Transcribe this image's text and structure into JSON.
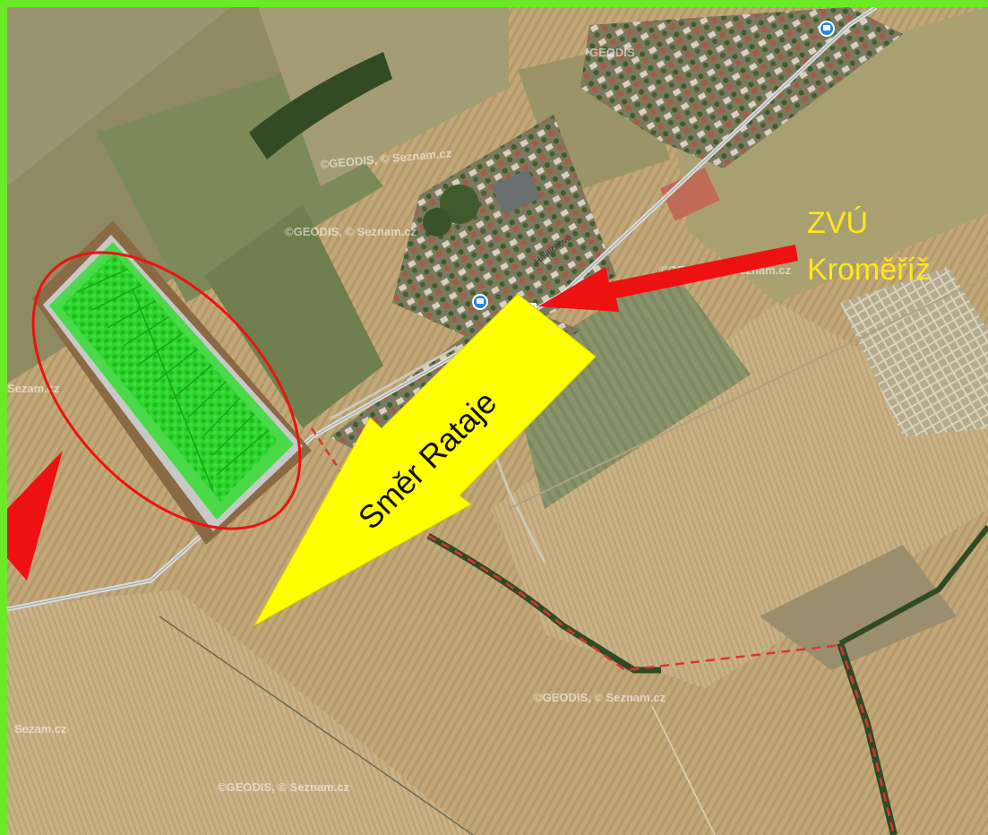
{
  "map": {
    "labels": {
      "institute_line1": "ZVÚ",
      "institute_line2": "Kroměříž",
      "direction": "Směr Rataje",
      "street": "Havlíčkova"
    },
    "watermarks": {
      "geodis_seznam": "©GEODIS, © Seznam.cz",
      "geodis": "GEODIS",
      "seznam": "Sezam.cz"
    },
    "icons": [
      "bus-stop-icon",
      "bus-stop-icon",
      "library-icon",
      "point-of-interest-icon"
    ],
    "colors": {
      "frame": "#6de92a",
      "annotation_red": "#ee1111",
      "arrow_yellow": "#ffff00",
      "label_yellow": "#ffe81a",
      "plot_green": "#22cc22",
      "plot_border": "#8a6a44",
      "boundary_dashed": "#dd3333"
    }
  }
}
